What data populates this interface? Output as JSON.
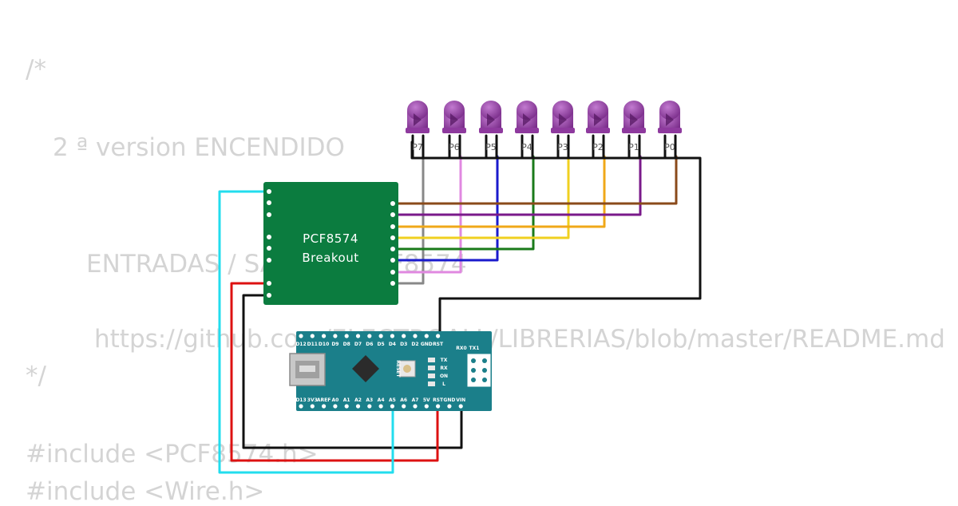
{
  "code_lines": [
    "/*",
    "2 ª version ENCENDIDO",
    "ENTRADAS / SALIDAS PCF8574",
    "https://github.com/ELECTROALL/LIBRERIAS/blob/master/README.md",
    "*/",
    "#include <PCF8574.h>",
    "#include <Wire.h>"
  ],
  "pcf_board": {
    "title_line1": "PCF8574",
    "title_line2": "Breakout",
    "color": "#0b7c3f"
  },
  "leds": {
    "labels": [
      "P7",
      "P6",
      "P5",
      "P4",
      "P3",
      "P2",
      "P1",
      "P0"
    ],
    "color": "#8e3a9e"
  },
  "wire_colors": {
    "P7": "#888888",
    "P6": "#e088e0",
    "P5": "#1a1acc",
    "P4": "#1a7a1a",
    "P3": "#f0d020",
    "P2": "#f0a818",
    "P1": "#7a1a8a",
    "P0": "#8a4a1a",
    "sda": "#22ddee",
    "vcc": "#dd1111",
    "gnd": "#111111"
  },
  "arduino": {
    "color": "#1b7f8a",
    "top_pins": [
      "D12",
      "D11",
      "D10",
      "D9",
      "D8",
      "D7",
      "D6",
      "D5",
      "D4",
      "D3",
      "D2",
      "GND",
      "RST",
      "RX0",
      "TX1"
    ],
    "bottom_pins": [
      "D13",
      "3V3",
      "AREF",
      "A0",
      "A1",
      "A2",
      "A3",
      "A4",
      "A5",
      "A6",
      "A7",
      "5V",
      "RST",
      "GND",
      "VIN"
    ],
    "led_labels": [
      "TX",
      "RX",
      "ON",
      "L"
    ],
    "reset_label": "RESET"
  }
}
